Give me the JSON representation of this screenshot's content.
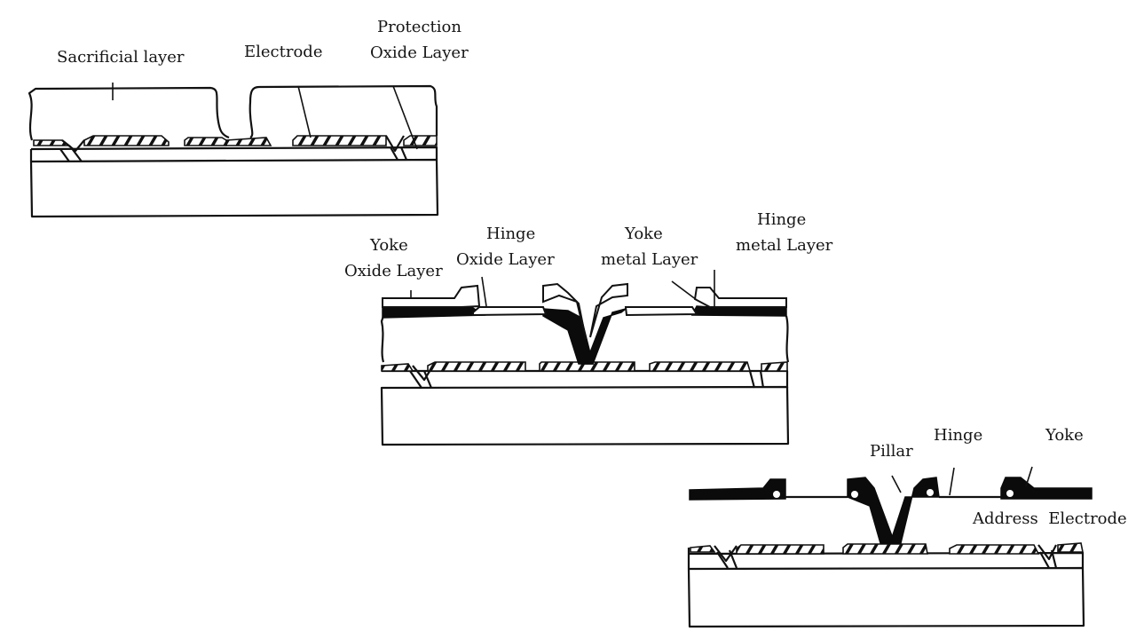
{
  "figure": {
    "panels": [
      {
        "id": "step-1",
        "labels": {
          "sacrificial_layer": "Sacrificial layer",
          "electrode": "Electrode",
          "protection_oxide_layer_line1": "Protection",
          "protection_oxide_layer_line2": "Oxide Layer"
        }
      },
      {
        "id": "step-2",
        "labels": {
          "yoke_oxide_line1": "Yoke",
          "yoke_oxide_line2": "Oxide Layer",
          "hinge_oxide_line1": "Hinge",
          "hinge_oxide_line2": "Oxide Layer",
          "yoke_metal_line1": "Yoke",
          "yoke_metal_line2": "metal Layer",
          "hinge_metal_line1": "Hinge",
          "hinge_metal_line2": "metal Layer"
        }
      },
      {
        "id": "step-3",
        "labels": {
          "pillar": "Pillar",
          "hinge": "Hinge",
          "yoke": "Yoke",
          "address_electrode": "Address  Electrode"
        }
      }
    ]
  }
}
